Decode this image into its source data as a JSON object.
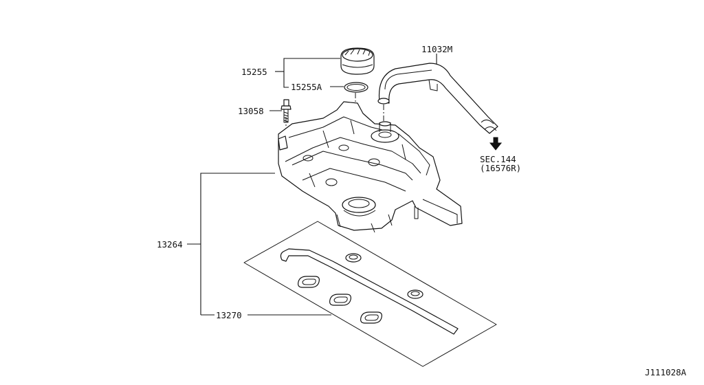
{
  "labels": {
    "p15255": "15255",
    "p15255a": "15255A",
    "p13058": "13058",
    "p11032m": "11032M",
    "sec": "SEC.144",
    "sec_ref": "(16576R)",
    "p13264": "13264",
    "p13270": "13270",
    "diagram_id": "J111028A"
  }
}
